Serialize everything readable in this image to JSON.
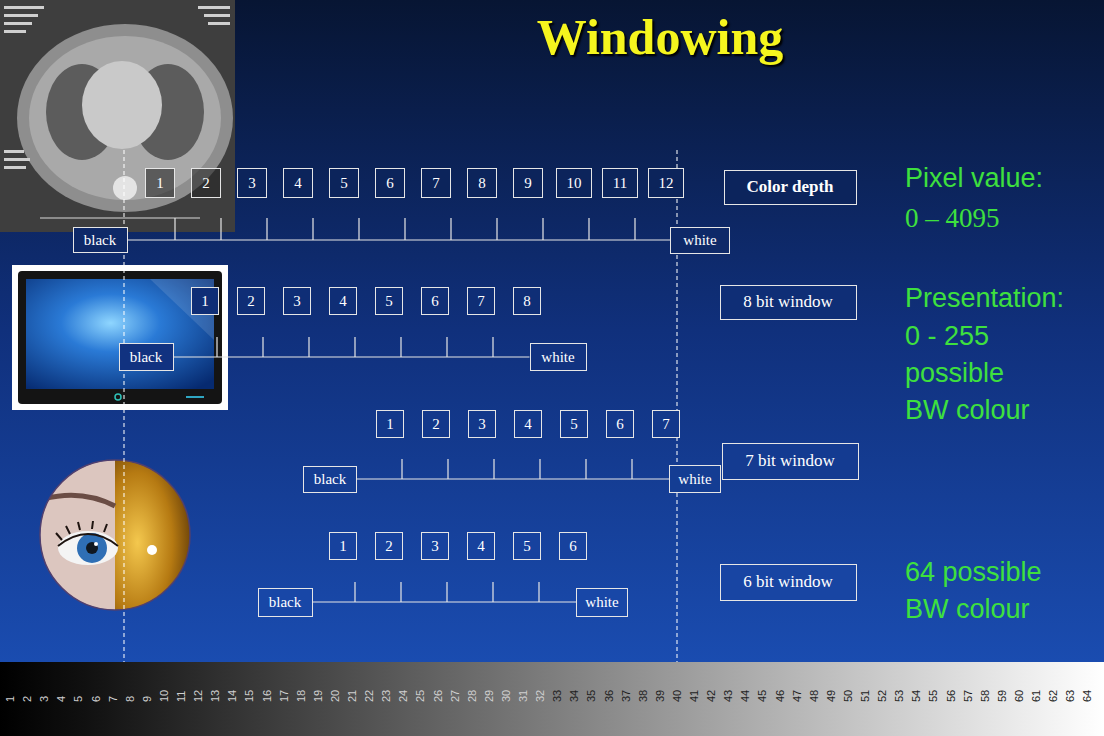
{
  "diagram": {
    "title": "Windowing",
    "nodes": [
      {
        "text": [
          "1"
        ]
      },
      {
        "text": [
          "2"
        ]
      },
      {
        "text": [
          "3"
        ]
      },
      {
        "text": [
          "4"
        ]
      },
      {
        "text": [
          "5"
        ]
      },
      {
        "text": [
          "6"
        ]
      },
      {
        "text": [
          "7"
        ]
      },
      {
        "text": [
          "8"
        ]
      },
      {
        "text": [
          "9"
        ]
      },
      {
        "text": [
          "10"
        ]
      },
      {
        "text": [
          "11"
        ]
      },
      {
        "text": [
          "12"
        ]
      },
      {
        "text": [
          "Color depth"
        ]
      },
      {
        "text": [
          "black"
        ]
      },
      {
        "text": [
          "white"
        ]
      },
      {
        "text": [
          "1"
        ]
      },
      {
        "text": [
          "2"
        ]
      },
      {
        "text": [
          "3"
        ]
      },
      {
        "text": [
          "4"
        ]
      },
      {
        "text": [
          "5"
        ]
      },
      {
        "text": [
          "6"
        ]
      },
      {
        "text": [
          "7"
        ]
      },
      {
        "text": [
          "8"
        ]
      },
      {
        "text": [
          "8 bit window"
        ]
      },
      {
        "text": [
          "black"
        ]
      },
      {
        "text": [
          "white"
        ]
      },
      {
        "text": [
          "1"
        ]
      },
      {
        "text": [
          "2"
        ]
      },
      {
        "text": [
          "3"
        ]
      },
      {
        "text": [
          "4"
        ]
      },
      {
        "text": [
          "5"
        ]
      },
      {
        "text": [
          "6"
        ]
      },
      {
        "text": [
          "7"
        ]
      },
      {
        "text": [
          "7 bit window"
        ]
      },
      {
        "text": [
          "black"
        ]
      },
      {
        "text": [
          "white"
        ]
      },
      {
        "text": [
          "1"
        ]
      },
      {
        "text": [
          "2"
        ]
      },
      {
        "text": [
          "3"
        ]
      },
      {
        "text": [
          "4"
        ]
      },
      {
        "text": [
          "5"
        ]
      },
      {
        "text": [
          "6"
        ]
      },
      {
        "text": [
          "6 bit window"
        ]
      },
      {
        "text": [
          "black"
        ]
      },
      {
        "text": [
          "white"
        ]
      }
    ],
    "edges": [
      {
        "from": 13,
        "to": 14,
        "arrow": "none"
      },
      {
        "from": 24,
        "to": 25,
        "arrow": "none"
      },
      {
        "from": 34,
        "to": 35,
        "arrow": "none"
      },
      {
        "from": 43,
        "to": 44,
        "arrow": "none"
      }
    ],
    "labels": [
      "Pixel value:",
      "0 – 4095",
      "Presentation:",
      "0 - 255",
      "possible",
      "BW colour",
      "64 possible",
      "BW colour",
      "1",
      "2",
      "3",
      "4",
      "5",
      "6",
      "7",
      "8",
      "9",
      "10",
      "11",
      "12",
      "13",
      "14",
      "15",
      "16",
      "17",
      "18",
      "19",
      "20",
      "21",
      "22",
      "23",
      "24",
      "25",
      "26",
      "27",
      "28",
      "29",
      "30",
      "31",
      "32",
      "33",
      "34",
      "35",
      "36",
      "37",
      "38",
      "39",
      "40",
      "41",
      "42",
      "43",
      "44",
      "45",
      "46",
      "47",
      "48",
      "49",
      "50",
      "51",
      "52",
      "53",
      "54",
      "55",
      "56",
      "57",
      "58",
      "59",
      "60",
      "61",
      "62",
      "63",
      "64"
    ]
  }
}
